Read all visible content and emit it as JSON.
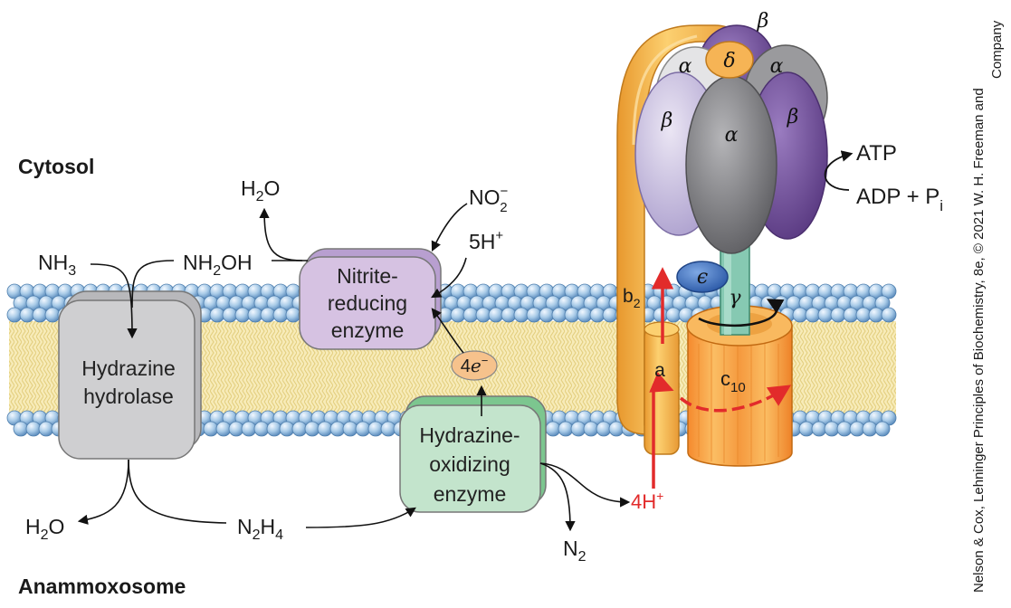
{
  "compartments": {
    "cytosol": "Cytosol",
    "anammoxosome": "Anammoxosome"
  },
  "enzymes": {
    "hydrazine_hydrolase": [
      "Hydrazine",
      "hydrolase"
    ],
    "nitrite_reducing": [
      "Nitrite-",
      "reducing",
      "enzyme"
    ],
    "hydrazine_oxidizing": [
      "Hydrazine-",
      "oxidizing",
      "enzyme"
    ]
  },
  "molecules": {
    "nh3": {
      "base": "NH",
      "sub": "3"
    },
    "nh2oh": {
      "a": "NH",
      "sub": "2",
      "b": "OH"
    },
    "h2o_top": {
      "a": "H",
      "sub": "2",
      "b": "O"
    },
    "h2o_bottom": {
      "a": "H",
      "sub": "2",
      "b": "O"
    },
    "no2": {
      "base": "NO",
      "sub": "2",
      "sup": "−"
    },
    "protons_5": {
      "base": "5H",
      "sup": "+"
    },
    "electrons_4": {
      "base": "4",
      "e": "e",
      "sup": "−"
    },
    "n2h4": {
      "a": "N",
      "sub1": "2",
      "b": "H",
      "sub2": "4"
    },
    "n2": {
      "base": "N",
      "sub": "2"
    },
    "protons_4": {
      "base": "4H",
      "sup": "+"
    },
    "atp": "ATP",
    "adp_pi": {
      "a": "ADP + P",
      "sub": "i"
    }
  },
  "atp_synthase": {
    "subunits": {
      "alpha": "α",
      "beta": "β",
      "delta": "δ",
      "gamma": "γ",
      "epsilon": "ϵ",
      "a": "a",
      "b2": {
        "base": "b",
        "sub": "2"
      },
      "c10": {
        "base": "c",
        "sub": "10"
      }
    }
  },
  "credit": {
    "line1": "Nelson & Cox, Lehninger Principles of Biochemistry, 8e, © 2021 W. H. Freeman and",
    "line2": "Company"
  },
  "colors": {
    "head_blue": "#a9cbe8",
    "tail_yellow": "#f3e2a0",
    "hydrolase_gray": "#cfcfd1",
    "nitrite_purple": "#d6c2e2",
    "oxidizing_green": "#c3e4cc",
    "electron_orange": "#f6c28c",
    "stator_orange": "#f6b455",
    "c_ring_orange": "#f7a144",
    "proton_red": "#e22b2b",
    "alpha_gray": "#8c8c8f",
    "beta_light": "#cbc2e0",
    "beta_dark": "#7b5aa2",
    "gamma_teal": "#86c9b2",
    "epsilon_blue": "#3f74c4"
  }
}
